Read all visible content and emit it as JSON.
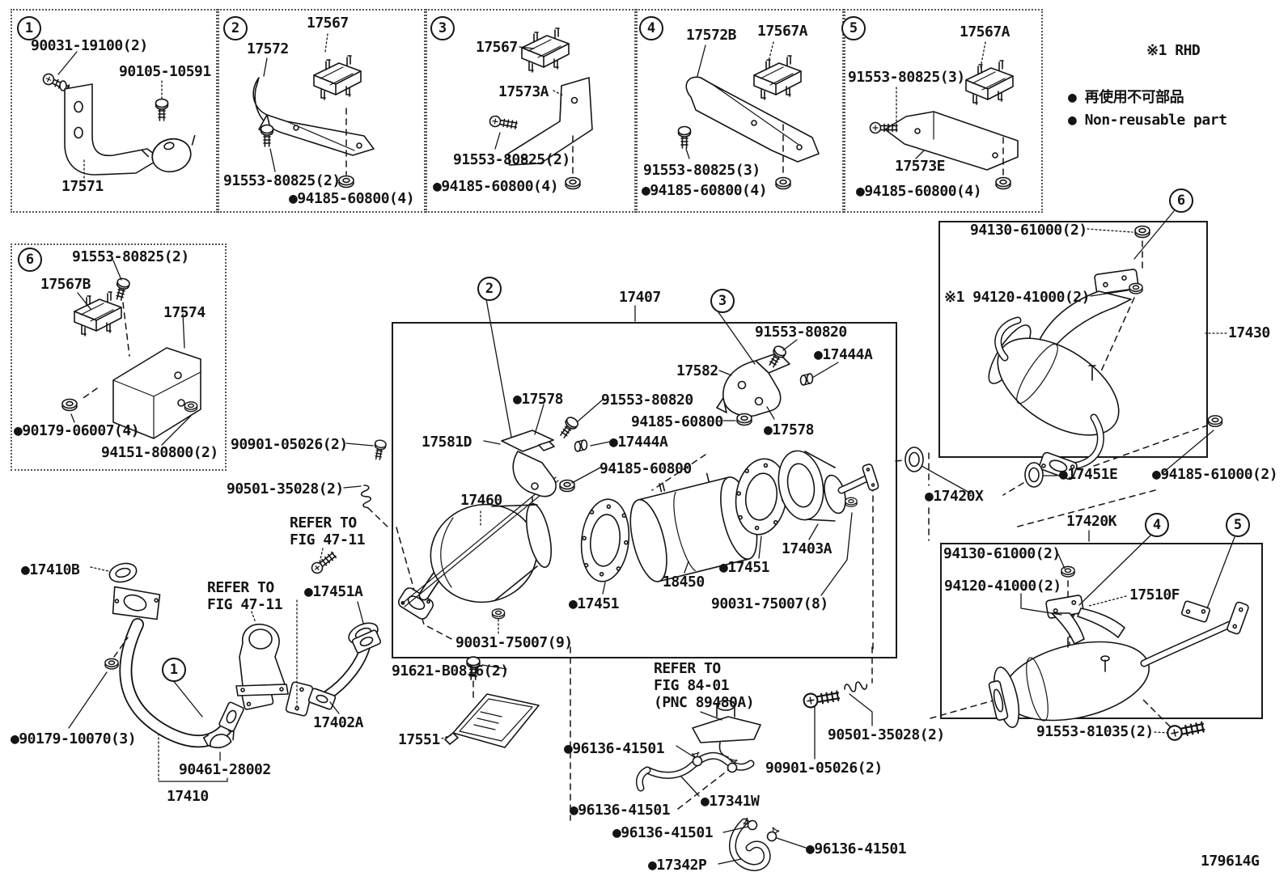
{
  "colors": {
    "ink": "#141414",
    "paper": "#ffffff"
  },
  "sheet": {
    "code": "179614G"
  },
  "callouts": [
    {
      "n": "1"
    },
    {
      "n": "2"
    },
    {
      "n": "3"
    },
    {
      "n": "4"
    },
    {
      "n": "5"
    },
    {
      "n": "6"
    },
    {
      "n": "2"
    },
    {
      "n": "3"
    },
    {
      "n": "6"
    },
    {
      "n": "1"
    },
    {
      "n": "4"
    },
    {
      "n": "5"
    }
  ],
  "labels": [
    {
      "t": "90031-19100(2)"
    },
    {
      "t": "90105-10591"
    },
    {
      "t": "17571"
    },
    {
      "t": "17567"
    },
    {
      "t": "17572"
    },
    {
      "t": "91553-80825(2)"
    },
    {
      "t": "●94185-60800(4)"
    },
    {
      "t": "17567"
    },
    {
      "t": "17573A"
    },
    {
      "t": "91553-80825(2)"
    },
    {
      "t": "●94185-60800(4)"
    },
    {
      "t": "17572B"
    },
    {
      "t": "17567A"
    },
    {
      "t": "91553-80825(3)"
    },
    {
      "t": "●94185-60800(4)"
    },
    {
      "t": "17567A"
    },
    {
      "t": "91553-80825(3)"
    },
    {
      "t": "17573E"
    },
    {
      "t": "●94185-60800(4)"
    },
    {
      "t": "※1 RHD"
    },
    {
      "t": "● 再使用不可部品"
    },
    {
      "t": "● Non-reusable part"
    },
    {
      "t": "91553-80825(2)"
    },
    {
      "t": "17567B"
    },
    {
      "t": "17574"
    },
    {
      "t": "●90179-06007(4)"
    },
    {
      "t": "94151-80800(2)"
    },
    {
      "t": "17407"
    },
    {
      "t": "17582"
    },
    {
      "t": "91553-80820"
    },
    {
      "t": "●17444A"
    },
    {
      "t": "●17578"
    },
    {
      "t": "91553-80820"
    },
    {
      "t": "94185-60800"
    },
    {
      "t": "●17444A"
    },
    {
      "t": "17581D"
    },
    {
      "t": "94185-60800"
    },
    {
      "t": "17460"
    },
    {
      "t": "●17451"
    },
    {
      "t": "18450"
    },
    {
      "t": "17403A"
    },
    {
      "t": "●17451"
    },
    {
      "t": "90031-75007(8)"
    },
    {
      "t": "90031-75007(9)"
    },
    {
      "t": "90901-05026(2)"
    },
    {
      "t": "90501-35028(2)"
    },
    {
      "t": "REFER TO\nFIG 47-11"
    },
    {
      "t": "REFER TO\nFIG 47-11"
    },
    {
      "t": "●17410B"
    },
    {
      "t": "●17451A"
    },
    {
      "t": "17402A"
    },
    {
      "t": "●90179-10070(3)"
    },
    {
      "t": "90461-28002"
    },
    {
      "t": "17410"
    },
    {
      "t": "91621-B0816(2)"
    },
    {
      "t": "17551"
    },
    {
      "t": "●96136-41501"
    },
    {
      "t": "●96136-41501"
    },
    {
      "t": "REFER TO\nFIG 84-01\n(PNC 89480A)"
    },
    {
      "t": "90501-35028(2)"
    },
    {
      "t": "90901-05026(2)"
    },
    {
      "t": "●17341W"
    },
    {
      "t": "●96136-41501"
    },
    {
      "t": "●96136-41501"
    },
    {
      "t": "●17342P"
    },
    {
      "t": "94130-61000(2)"
    },
    {
      "t": "※1 94120-41000(2)"
    },
    {
      "t": "17430"
    },
    {
      "t": "●17451E"
    },
    {
      "t": "●94185-61000(2)"
    },
    {
      "t": "17420K"
    },
    {
      "t": "94130-61000(2)"
    },
    {
      "t": "94120-41000(2)"
    },
    {
      "t": "17510F"
    },
    {
      "t": "91553-81035(2)"
    },
    {
      "t": "179614G"
    },
    {
      "t": "●17420X"
    },
    {
      "t": "●17578"
    }
  ]
}
